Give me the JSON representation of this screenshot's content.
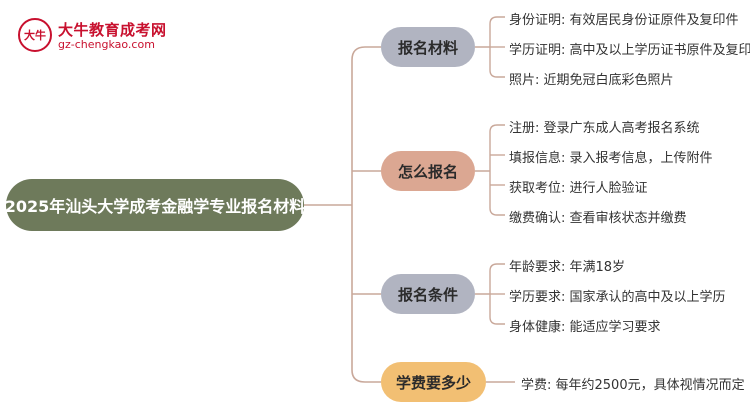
{
  "logo": {
    "title": "大牛教育成考网",
    "url": "gz-chengkao.com",
    "mark": "大牛"
  },
  "root": {
    "label": "2025年汕头大学成考金融学专业报名材料"
  },
  "branches": [
    {
      "label": "报名材料",
      "leaves": [
        "身份证明: 有效居民身份证原件及复印件",
        "学历证明: 高中及以上学历证书原件及复印件",
        "照片: 近期免冠白底彩色照片"
      ]
    },
    {
      "label": "怎么报名",
      "leaves": [
        "注册: 登录广东成人高考报名系统",
        "填报信息: 录入报考信息，上传附件",
        "获取考位: 进行人脸验证",
        "缴费确认: 查看审核状态并缴费"
      ]
    },
    {
      "label": "报名条件",
      "leaves": [
        "年龄要求: 年满18岁",
        "学历要求: 国家承认的高中及以上学历",
        "身体健康: 能适应学习要求"
      ]
    },
    {
      "label": "学费要多少",
      "leaves": [
        "学费: 每年约2500元，具体视情况而定"
      ]
    }
  ],
  "colors": {
    "root": "#6e7a5b",
    "branch_grey": "#b1b4c1",
    "branch_salmon": "#dba792",
    "branch_orange": "#f2bf73",
    "connector": "#c9a89a",
    "brand": "#c8102e"
  }
}
